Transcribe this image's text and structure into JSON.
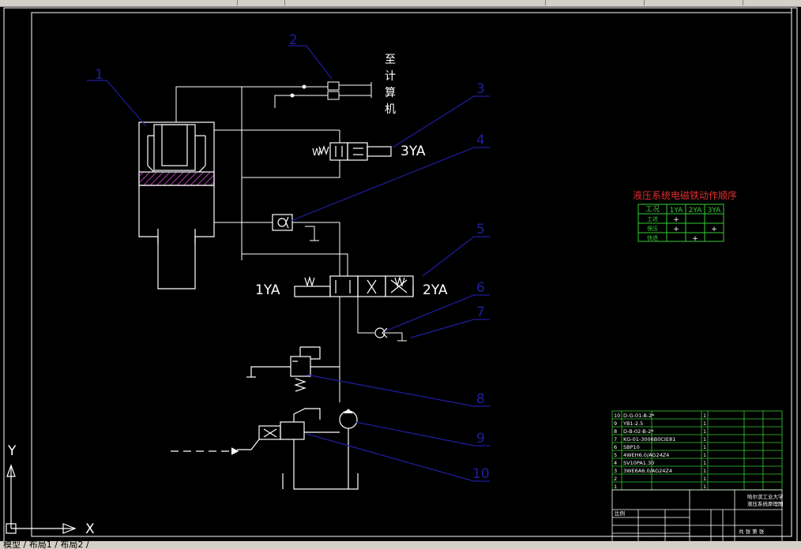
{
  "labels": {
    "to_computer": [
      "至",
      "计",
      "算",
      "机"
    ],
    "coil_3ya": "3YA",
    "coil_1ya": "1YA",
    "coil_2ya": "2YA",
    "spring_w": "W",
    "axis_x": "X",
    "axis_y": "Y"
  },
  "callouts": [
    "1",
    "2",
    "3",
    "4",
    "5",
    "6",
    "7",
    "8",
    "9",
    "10"
  ],
  "sequence_table": {
    "title": "液压系统电磁铁动作顺序",
    "headers": [
      "工况",
      "1YA",
      "2YA",
      "3YA"
    ],
    "rows": [
      {
        "name": "工进",
        "marks": [
          "+",
          "",
          ""
        ]
      },
      {
        "name": "保压",
        "marks": [
          "+",
          "",
          "+"
        ]
      },
      {
        "name": "快退",
        "marks": [
          "",
          "+",
          ""
        ]
      }
    ]
  },
  "parts_list": {
    "rows": [
      {
        "no": "10",
        "code": "D-G-01-B-2*",
        "qty": "1"
      },
      {
        "no": "9",
        "code": "YB1-2.5",
        "qty": "1"
      },
      {
        "no": "8",
        "code": "D-B-02-B-2*",
        "qty": "1"
      },
      {
        "no": "7",
        "code": "KG-01-3006B0CIE81",
        "qty": "1"
      },
      {
        "no": "6",
        "code": "SBP10",
        "qty": "1"
      },
      {
        "no": "5",
        "code": "4WEH6.0/AG24Z4",
        "qty": "1"
      },
      {
        "no": "4",
        "code": "SV10PA1.30",
        "qty": "1"
      },
      {
        "no": "3",
        "code": "3WE6A6.0/AG24Z4",
        "qty": "1"
      },
      {
        "no": "2",
        "code": "",
        "qty": "1"
      },
      {
        "no": "1",
        "code": "",
        "qty": "1"
      }
    ]
  },
  "title_block": {
    "school": "哈尔滨工业大学",
    "drawing": "液压系统原理图",
    "scale_label": "比例",
    "sheet_label": "共 张 第 张"
  },
  "layout_tabs": "模型 / 布局1 / 布局2 /",
  "colors": {
    "line": "#ffffff",
    "leader": "#1e1ea0",
    "table_line": "#33cc33",
    "table_title": "#e03030",
    "cut_hatch": "#b040b0"
  }
}
